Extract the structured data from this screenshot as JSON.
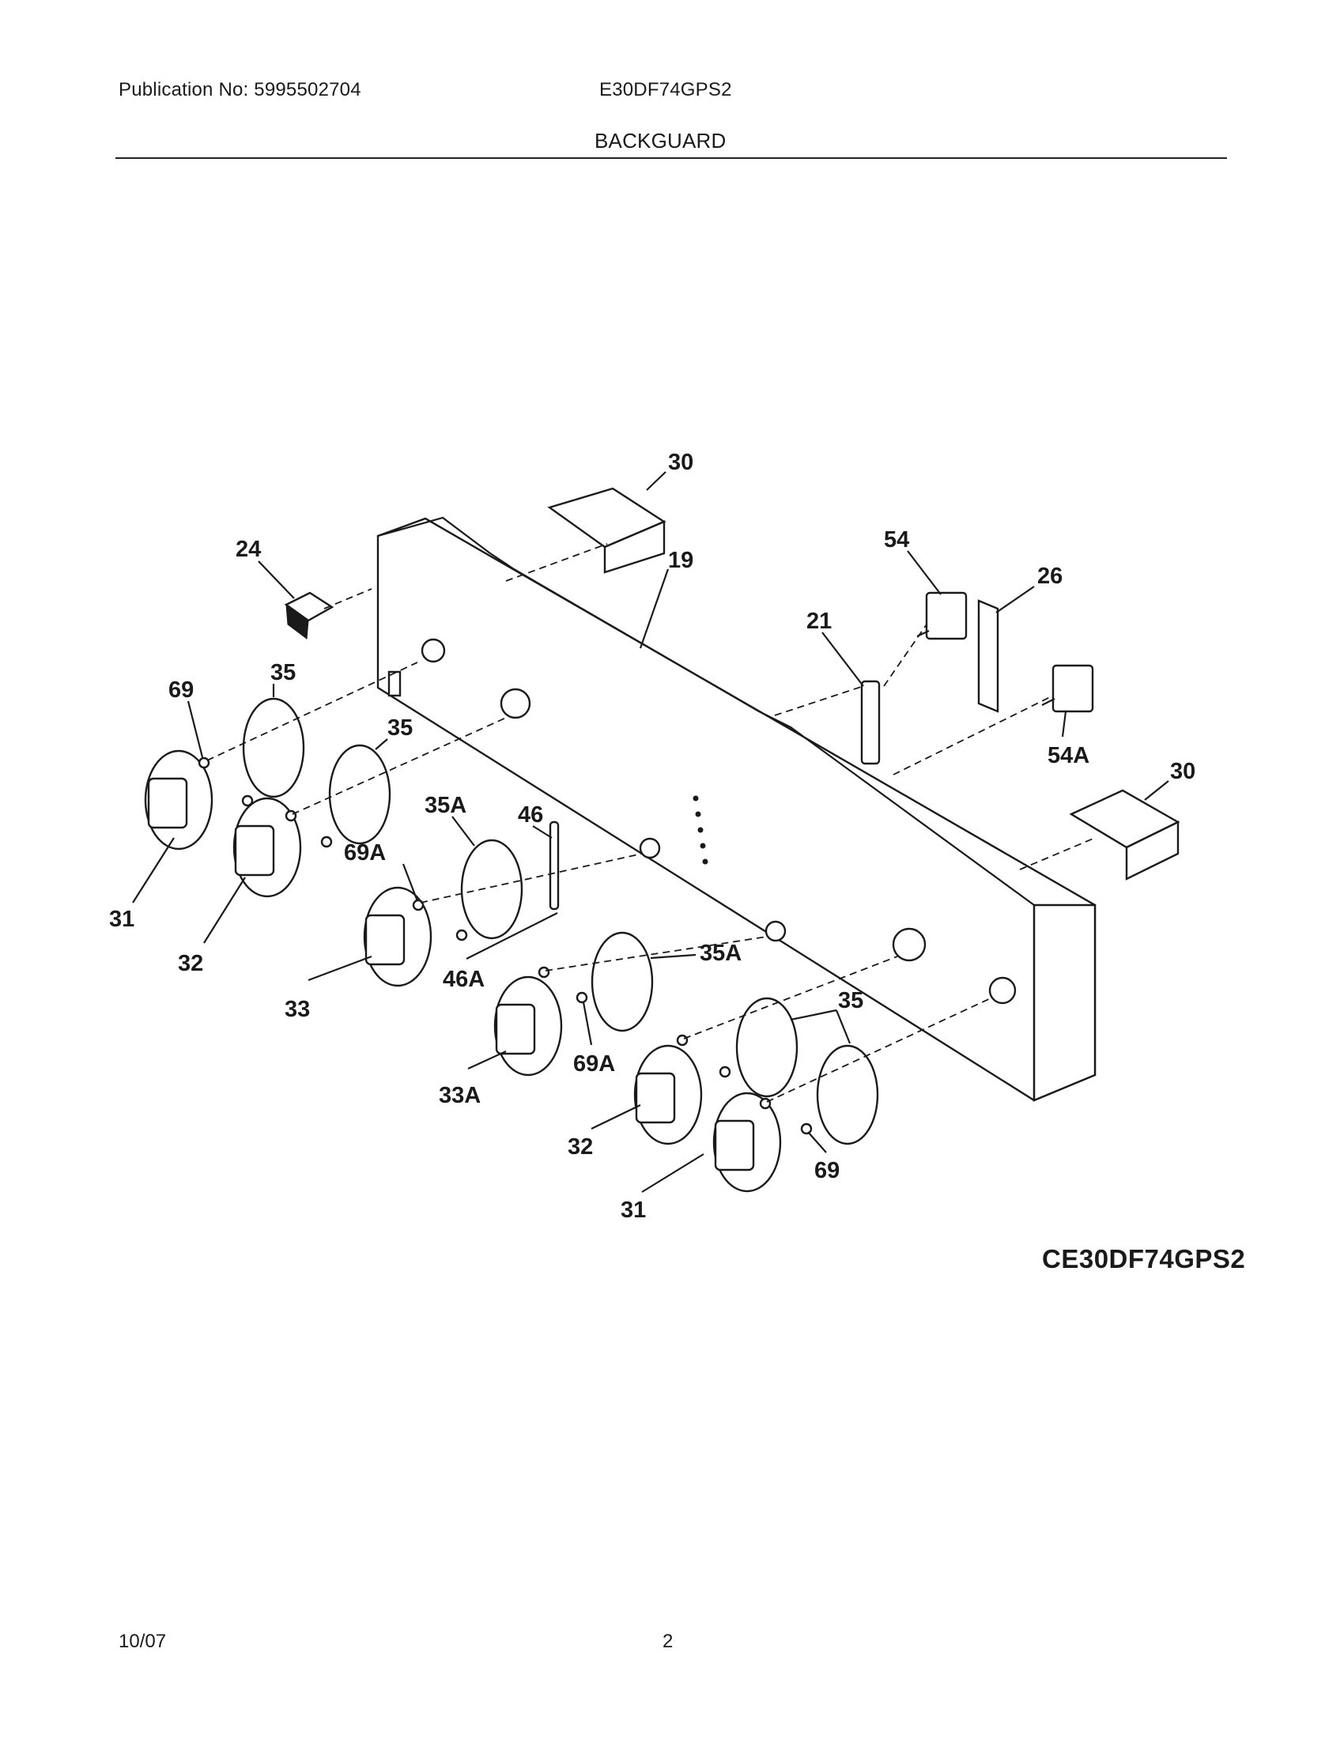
{
  "header": {
    "publication": "Publication No: 5995502704",
    "model": "E30DF74GPS2",
    "section": "BACKGUARD"
  },
  "diagram_code": "CE30DF74GPS2",
  "footer": {
    "date": "10/07",
    "page": "2"
  },
  "callouts": {
    "c30_top": "30",
    "c19": "19",
    "c24": "24",
    "c54": "54",
    "c26": "26",
    "c21": "21",
    "c35_a": "35",
    "c69_left": "69",
    "c35_b": "35",
    "c35A_left": "35A",
    "c46": "46",
    "c54A": "54A",
    "c30_right": "30",
    "c69A_left": "69A",
    "c31_left": "31",
    "c32_left": "32",
    "c33": "33",
    "c46A": "46A",
    "c35A_right": "35A",
    "c35_right": "35",
    "c69A_right": "69A",
    "c33A": "33A",
    "c32_right": "32",
    "c69_right": "69",
    "c31_right": "31"
  }
}
